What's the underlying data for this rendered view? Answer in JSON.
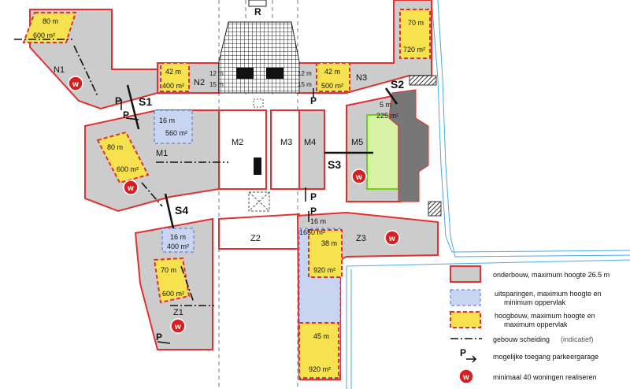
{
  "colors": {
    "onderbouw_fill": "#cccccc",
    "onderbouw_stroke": "#e03030",
    "uitsparing_fill": "#c8d4f0",
    "hoogbouw_fill": "#f6e24e",
    "hoogbouw_stroke": "#e03030",
    "water": "#4aa9e0",
    "green": "#9fe03a",
    "marker": "#d42020"
  },
  "zones": {
    "N1": "N1",
    "N2": "N2",
    "N3": "N3",
    "M1": "M1",
    "M2": "M2",
    "M3": "M3",
    "M4": "M4",
    "M5": "M5",
    "Z1": "Z1",
    "Z2": "Z2",
    "Z3": "Z3"
  },
  "sections": {
    "S1": "S1",
    "S2": "S2",
    "S3": "S3",
    "S4": "S4"
  },
  "towers": [
    {
      "id": "n1",
      "height": "80 m",
      "area": "600 m²"
    },
    {
      "id": "tr",
      "height": "70 m",
      "area": "720 m²"
    },
    {
      "id": "n2",
      "height": "42 m",
      "area": "400 m²"
    },
    {
      "id": "n3",
      "height": "42 m",
      "area": "500 m²"
    },
    {
      "id": "m1",
      "height": "80 m",
      "area": "600 m²"
    },
    {
      "id": "z1",
      "height": "70 m",
      "area": "600 m²"
    },
    {
      "id": "z3",
      "height": "38 m",
      "area": "920 m²"
    },
    {
      "id": "bottom",
      "height": "45 m",
      "area": "920 m²"
    }
  ],
  "recesses": [
    {
      "id": "m1",
      "height": "16 m",
      "area": "560 m²"
    },
    {
      "id": "s4",
      "height": "16 m",
      "area": "400 m²"
    },
    {
      "id": "m5",
      "height": "5 m",
      "area": "225 m²"
    },
    {
      "id": "z3",
      "height": "16 m",
      "area": "1650 m²"
    }
  ],
  "small_labels": {
    "n2_left": "12 m",
    "n2_left2": "15 m",
    "n3_left": "12 m",
    "n3_left2": "15 m"
  },
  "parking": {
    "p": "P"
  },
  "marker": {
    "w": "w"
  },
  "legend": {
    "onderbouw": "onderbouw, maximum hoogte 26.5 m",
    "uitsparing_1": "uitsparingen, maximum hoogte en",
    "uitsparing_2": "minimum oppervlak",
    "hoogbouw_1": "hoogbouw, maximum hoogte en",
    "hoogbouw_2": "maximum oppervlak",
    "scheiding": "gebouw scheiding",
    "scheiding_note": "(indicatief)",
    "parkeer": "mogelijke toegang parkeergarage",
    "woningen": "minimaal 40 woningen realiseren",
    "p_symbol": "P"
  },
  "north": "R"
}
